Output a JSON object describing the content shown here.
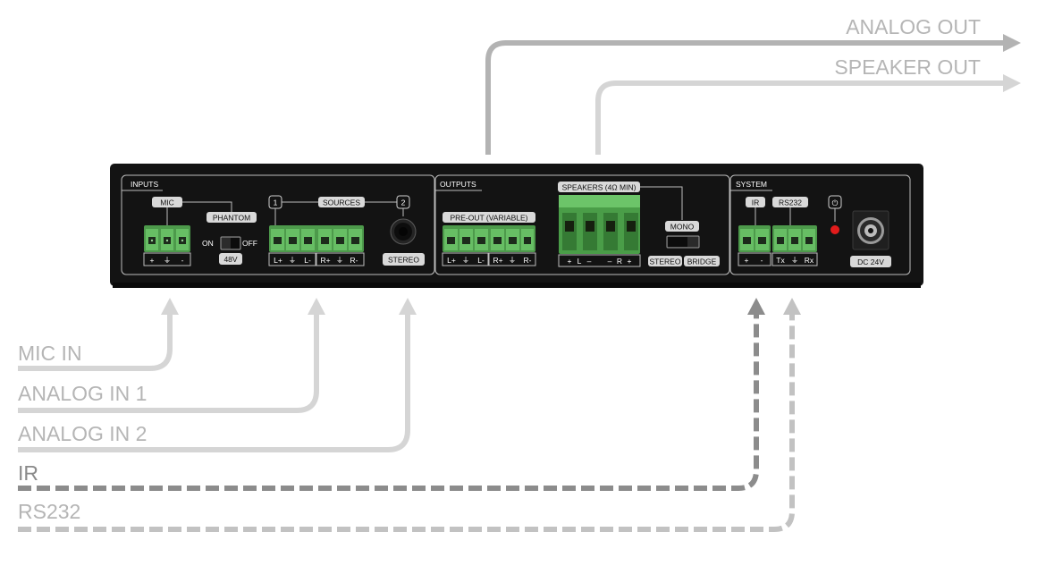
{
  "connections": {
    "analog_out": "ANALOG OUT",
    "speaker_out": "SPEAKER OUT",
    "mic_in": "MIC IN",
    "analog_in_1": "ANALOG IN 1",
    "analog_in_2": "ANALOG IN 2",
    "ir": "IR",
    "rs232": "RS232"
  },
  "device": {
    "inputs": {
      "section": "INPUTS",
      "mic": "MIC",
      "phantom": "PHANTOM",
      "on": "ON",
      "off": "OFF",
      "v48": "48V",
      "sources": "SOURCES",
      "src1": "1",
      "src2": "2",
      "stereo": "STEREO",
      "mic_pins": [
        "+",
        "⏚",
        "-"
      ],
      "source_pins": [
        "L+",
        "⏚",
        "L-",
        "R+",
        "⏚",
        "R-"
      ]
    },
    "outputs": {
      "section": "OUTPUTS",
      "preout": "PRE-OUT (VARIABLE)",
      "speakers": "SPEAKERS (4Ω MIN)",
      "mono": "MONO",
      "stereo": "STEREO",
      "bridge": "BRIDGE",
      "preout_pins": [
        "L+",
        "⏚",
        "L-",
        "R+",
        "⏚",
        "R-"
      ],
      "speaker_pins": [
        "+",
        "L",
        "–",
        "–",
        "R",
        "+"
      ]
    },
    "system": {
      "section": "SYSTEM",
      "ir": "IR",
      "rs232": "RS232",
      "power_symbol": "⏻",
      "dc": "DC 24V",
      "ir_pins": [
        "+",
        "-"
      ],
      "rs232_pins": [
        "Tx",
        "⏚",
        "Rx"
      ]
    }
  },
  "colors": {
    "light_line": "#d5d5d5",
    "mid_line": "#b3b3b3",
    "dark_dashed": "#8c8c8c",
    "light_dashed": "#c2c2c2",
    "chassis": "#131313",
    "terminal_green": "#5fb35d",
    "led_red": "#e21b1b"
  }
}
